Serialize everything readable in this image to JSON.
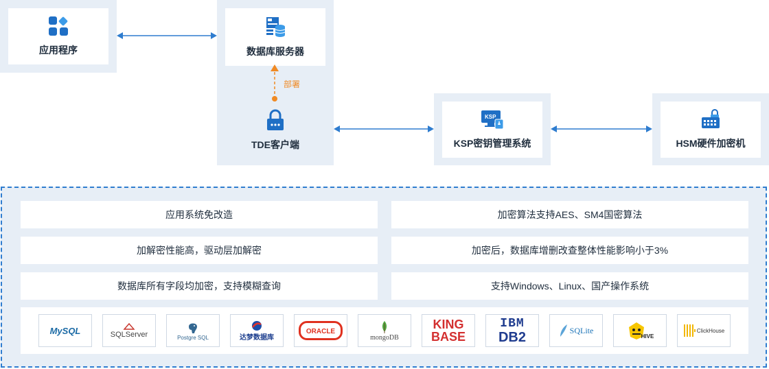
{
  "nodes": {
    "app": "应用程序",
    "db_server": "数据库服务器",
    "tde_client": "TDE客户端",
    "ksp": "KSP密钥管理系统",
    "hsm": "HSM硬件加密机"
  },
  "deploy_label": "部署",
  "ksp_icon_text": "KSP",
  "features": {
    "left": [
      "应用系统免改造",
      "加解密性能高，驱动层加解密",
      "数据库所有字段均加密，支持模糊查询"
    ],
    "right": [
      "加密算法支持AES、SM4国密算法",
      "加密后，数据库增删改查整体性能影响小于3%",
      "支持Windows、Linux、国产操作系统"
    ]
  },
  "logos": {
    "mysql": "MySQL",
    "sqlserver": "SQLServer",
    "postgres": "Postgre SQL",
    "dameng": "达梦数据库",
    "oracle": "ORACLE",
    "mongodb": "mongoDB",
    "kingbase_1": "KING",
    "kingbase_2": "BASE",
    "ibm": "IBM",
    "db2": "DB2",
    "sqlite": "SQLite",
    "hive": "HIVE",
    "clickhouse": "ClickHouse"
  },
  "colors": {
    "accent": "#2e7ccf",
    "icon_blue": "#1f6fc5",
    "panel": "#e7eef6",
    "deploy": "#f08a24"
  }
}
